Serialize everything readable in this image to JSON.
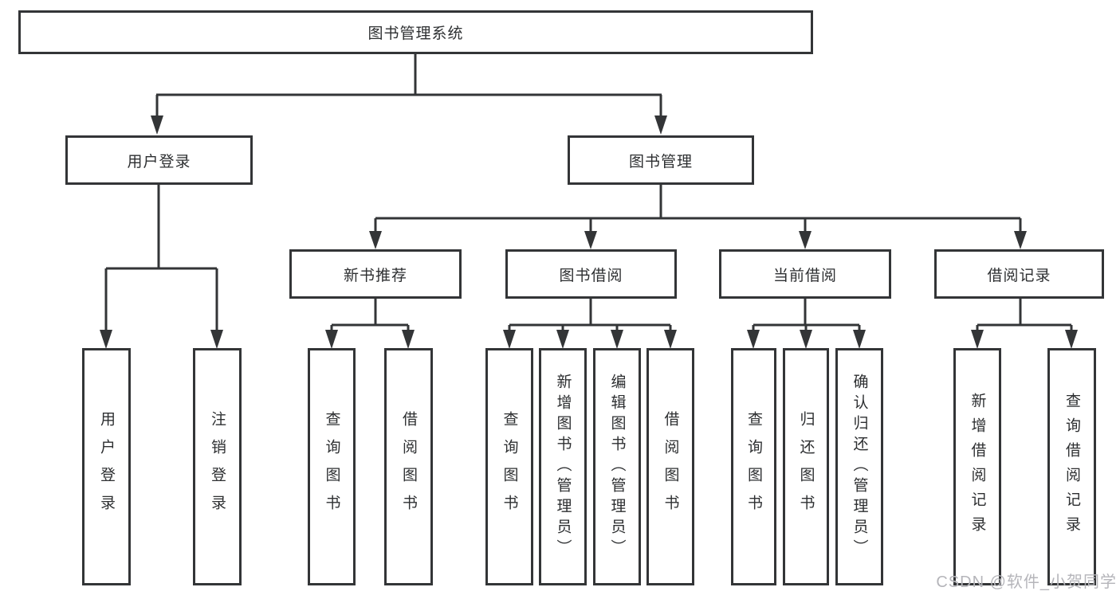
{
  "tree": {
    "root": {
      "label": "图书管理系统"
    },
    "level2": [
      {
        "label": "用户登录"
      },
      {
        "label": "图书管理"
      }
    ],
    "level3": [
      {
        "label": "新书推荐"
      },
      {
        "label": "图书借阅"
      },
      {
        "label": "当前借阅"
      },
      {
        "label": "借阅记录"
      }
    ],
    "leaves": {
      "userLogin": [
        "用户登录",
        "注销登录"
      ],
      "newBooks": [
        "查询图书",
        "借阅图书"
      ],
      "borrow": [
        "查询图书",
        "新增图书（管理员）",
        "编辑图书（管理员）",
        "借阅图书"
      ],
      "current": [
        "查询图书",
        "归还图书",
        "确认归还（管理员）"
      ],
      "records": [
        "新增借阅记录",
        "查询借阅记录"
      ]
    }
  },
  "watermark": {
    "text": "CSDN @软件_小贺同学"
  },
  "colors": {
    "line": "#333537",
    "box_fill": "#ffffff",
    "text": "#2d2f31",
    "watermark": "#b5b5ba"
  }
}
